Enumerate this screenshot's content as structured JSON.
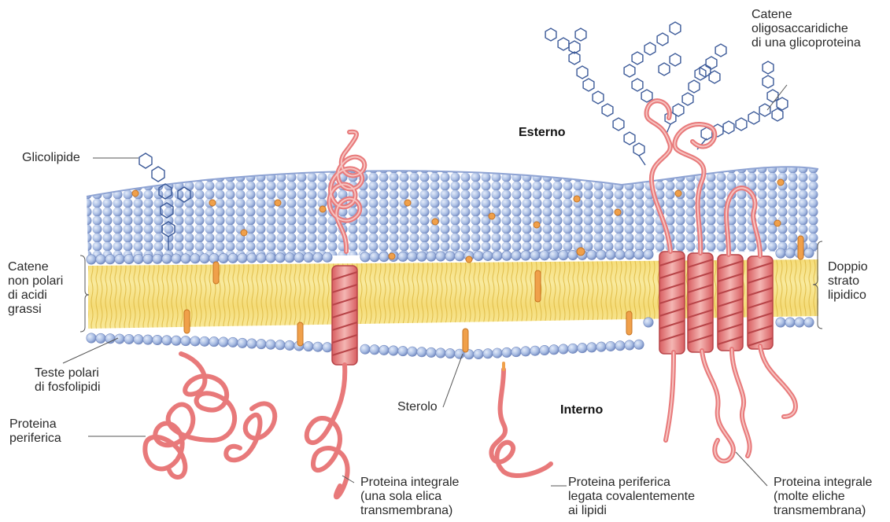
{
  "labels": {
    "glicolipide": "Glicolipide",
    "catene_oligo": "Catene\noligosaccaridiche\ndi una glicoproteina",
    "esterno": "Esterno",
    "interno": "Interno",
    "catene_non_polari": "Catene\nnon polari\ndi acidi\ngrassi",
    "doppio_strato": "Doppio\nstrato\nlipidico",
    "teste_polari": "Teste polari\ndi fosfolipidi",
    "proteina_periferica": "Proteina\nperiferica",
    "sterolo": "Sterolo",
    "proteina_integrale_singola": "Proteina integrale\n(una sola elica\ntransmembrana)",
    "proteina_periferica_lipidi": "Proteina periferica\nlegata covalentemente\nai lipidi",
    "proteina_integrale_multi": "Proteina integrale\n(molte eliche\ntransmembrana)"
  },
  "colors": {
    "head": "#a9bde3",
    "head_edge": "#6f86bd",
    "tail_band": "#f7e48a",
    "tail_line": "#e1bf4d",
    "protein": "#e8797a",
    "protein_light": "#f3b0ad",
    "sterol": "#f0a04a",
    "sugar": "#3b5998"
  }
}
